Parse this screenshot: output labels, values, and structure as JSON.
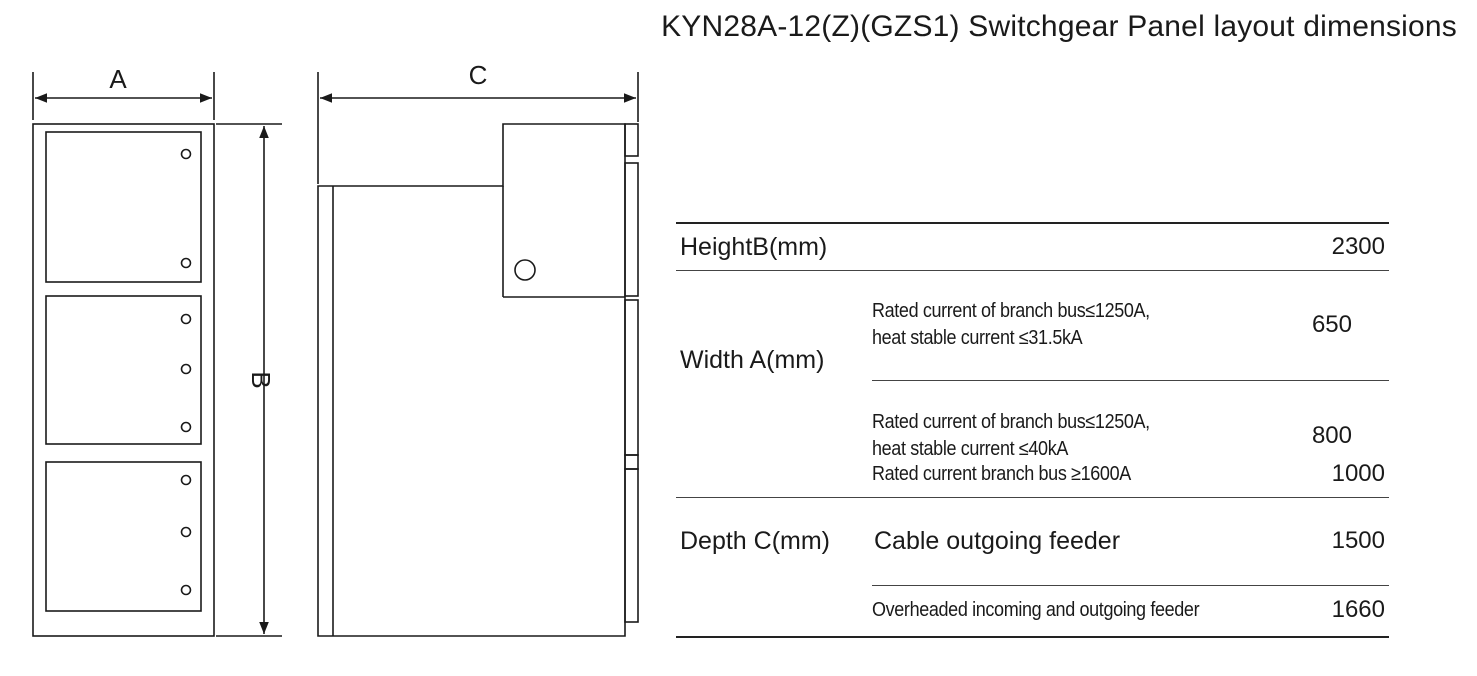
{
  "title": "KYN28A-12(Z)(GZS1) Switchgear Panel layout dimensions",
  "dimension_labels": {
    "width": "A",
    "height": "B",
    "depth": "C"
  },
  "table": {
    "height_label": "HeightB(mm)",
    "height_value": "2300",
    "width_label": "Width A(mm)",
    "width_rows": [
      {
        "line1": "Rated current of branch bus≤1250A,",
        "line2": "heat stable current ≤31.5kA",
        "value": "650"
      },
      {
        "line1": "Rated current of branch bus≤1250A,",
        "line2": "heat stable current ≤40kA",
        "value": "800"
      },
      {
        "line1": "Rated current branch bus ≥1600A",
        "line2": "",
        "value": "1000"
      }
    ],
    "depth_label": "Depth C(mm)",
    "depth_rows": [
      {
        "label": "Cable outgoing feeder",
        "value": "1500"
      },
      {
        "label": "Overheaded incoming and outgoing feeder",
        "value": "1660"
      }
    ]
  }
}
